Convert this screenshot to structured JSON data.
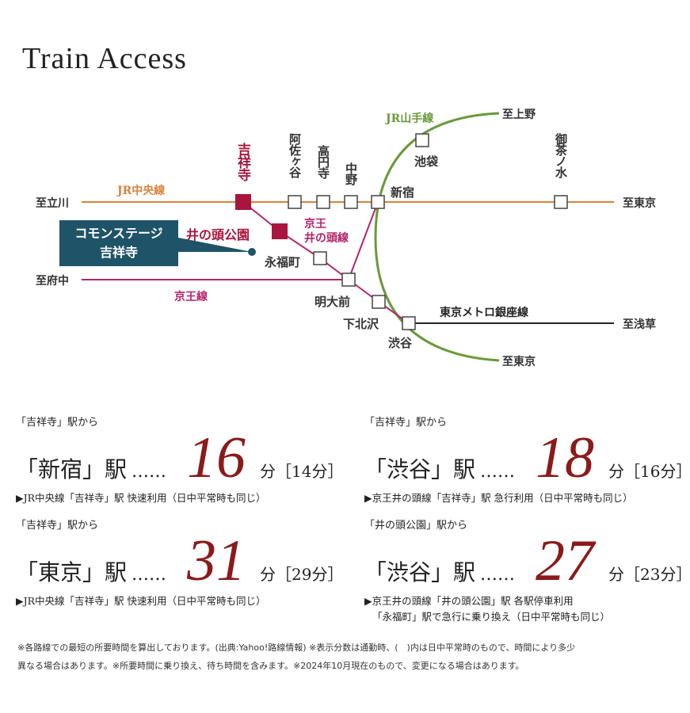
{
  "title": "Train Access",
  "map": {
    "lines": {
      "chuo": "JR中央線",
      "keio": "京王線",
      "inokashira_1": "京王",
      "inokashira_2": "井の頭線",
      "yamanote": "JR山手線",
      "ginza": "東京メトロ銀座線"
    },
    "directions": {
      "tachikawa": "至立川",
      "fuchu": "至府中",
      "tokyo_chuo": "至東京",
      "ueno": "至上野",
      "asakusa": "至浅草",
      "tokyo_yamanote": "至東京"
    },
    "stations": {
      "kichijoji": "吉祥寺",
      "asagaya": "阿佐ヶ谷",
      "koenji": "高円寺",
      "nakano": "中野",
      "shinjuku": "新宿",
      "ochanomizu": "御茶ノ水",
      "ikebukuro": "池袋",
      "inokashira_koen": "井の頭公園",
      "eifukucho": "永福町",
      "meidaimae": "明大前",
      "shimokitazawa": "下北沢",
      "shibuya": "渋谷"
    },
    "property": {
      "line1": "コモンステージ",
      "line2": "吉祥寺"
    },
    "colors": {
      "chuo": "#d9823b",
      "keio": "#b5246b",
      "yamanote": "#6a9a3c",
      "ginza": "#222222",
      "accent": "#a8163d",
      "box": "#1f5468"
    }
  },
  "routes": [
    {
      "from": "「吉祥寺」駅から",
      "dest": "「新宿」駅",
      "dots": "……",
      "minutes": "16",
      "unit": "分",
      "alt": "［14分］",
      "note1": "▶JR中央線「吉祥寺」駅 快速利用（日中平常時も同じ）",
      "note2": ""
    },
    {
      "from": "「吉祥寺」駅から",
      "dest": "「渋谷」駅",
      "dots": "……",
      "minutes": "18",
      "unit": "分",
      "alt": "［16分］",
      "note1": "▶京王井の頭線「吉祥寺」駅 急行利用（日中平常時も同じ）",
      "note2": ""
    },
    {
      "from": "「吉祥寺」駅から",
      "dest": "「東京」駅",
      "dots": "……",
      "minutes": "31",
      "unit": "分",
      "alt": "［29分］",
      "note1": "▶JR中央線「吉祥寺」駅 快速利用（日中平常時も同じ）",
      "note2": ""
    },
    {
      "from": "「井の頭公園」駅から",
      "dest": "「渋谷」駅",
      "dots": "……",
      "minutes": "27",
      "unit": "分",
      "alt": "［23分］",
      "note1": "▶京王井の頭線「井の頭公園」駅 各駅停車利用",
      "note2": "「永福町」駅で急行に乗り換え（日中平常時も同じ）"
    }
  ],
  "footnote": {
    "line1": "※各路線での最短の所要時間を算出しております。(出典:Yahoo!路線情報) ※表示分数は通勤時、(　)内は日中平常時のもので、時間により多少",
    "line2": "異なる場合はあります。※所要時間に乗り換え、待ち時間を含みます。※2024年10月現在のもので、変更になる場合はあります。"
  }
}
